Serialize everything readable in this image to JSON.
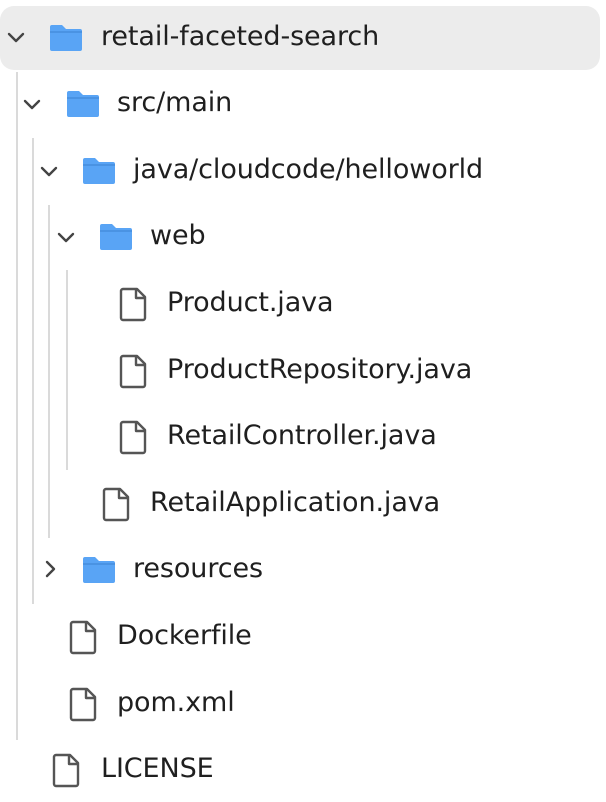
{
  "colors": {
    "folder": "#59a4f5",
    "file_stroke": "#555555",
    "selected_bg": "#ececec",
    "guide": "#dadada",
    "text": "#1f1f1f"
  },
  "tree": {
    "root": {
      "label": "retail-faceted-search",
      "state": "expanded",
      "icon": "folder-icon"
    },
    "src_main": {
      "label": "src/main",
      "state": "expanded",
      "icon": "folder-icon"
    },
    "java_pkg": {
      "label": "java/cloudcode/helloworld",
      "state": "expanded",
      "icon": "folder-icon"
    },
    "web": {
      "label": "web",
      "state": "expanded",
      "icon": "folder-icon"
    },
    "product": {
      "label": "Product.java",
      "icon": "file-icon"
    },
    "product_repo": {
      "label": "ProductRepository.java",
      "icon": "file-icon"
    },
    "retail_controller": {
      "label": "RetailController.java",
      "icon": "file-icon"
    },
    "retail_app": {
      "label": "RetailApplication.java",
      "icon": "file-icon"
    },
    "resources": {
      "label": "resources",
      "state": "collapsed",
      "icon": "folder-icon"
    },
    "dockerfile": {
      "label": "Dockerfile",
      "icon": "file-icon"
    },
    "pom": {
      "label": "pom.xml",
      "icon": "file-icon"
    },
    "license": {
      "label": "LICENSE",
      "icon": "file-icon"
    }
  }
}
